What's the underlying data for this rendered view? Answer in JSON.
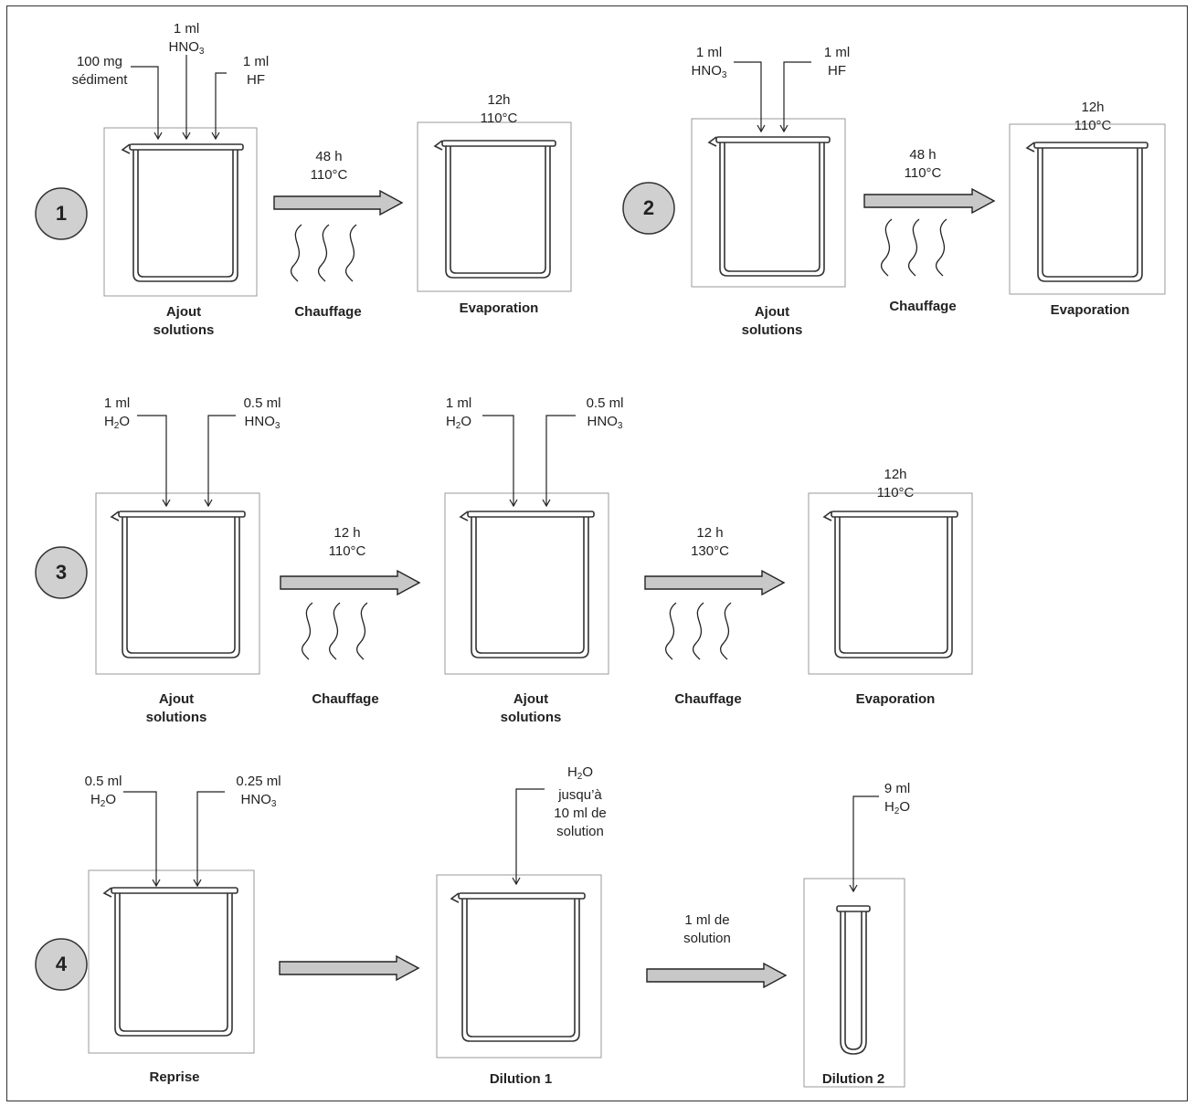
{
  "steps": [
    {
      "number": "1"
    },
    {
      "number": "2"
    },
    {
      "number": "3"
    },
    {
      "number": "4"
    }
  ],
  "labels": {
    "s1_sed": [
      "100 mg",
      "sédiment"
    ],
    "s1_hno3": [
      "1 ml",
      "HNO",
      "3"
    ],
    "s1_hf": [
      "1 ml",
      "HF"
    ],
    "s1_heat": [
      "48 h",
      "110°C"
    ],
    "s1_evap_cond": [
      "12h",
      "110°C"
    ],
    "s1_cap_add": [
      "Ajout",
      "solutions"
    ],
    "s1_cap_heat": "Chauffage",
    "s1_cap_evap": "Evaporation",
    "s2_hno3": [
      "1 ml",
      "HNO",
      "3"
    ],
    "s2_hf": [
      "1 ml",
      "HF"
    ],
    "s2_heat": [
      "48 h",
      "110°C"
    ],
    "s2_evap_cond": [
      "12h",
      "110°C"
    ],
    "s2_cap_add": [
      "Ajout",
      "solutions"
    ],
    "s2_cap_heat": "Chauffage",
    "s2_cap_evap": "Evaporation",
    "s3_h2o_a": [
      "1 ml",
      "H",
      "2",
      "O"
    ],
    "s3_hno3_a": [
      "0.5 ml",
      "HNO",
      "3"
    ],
    "s3_heat_a": [
      "12 h",
      "110°C"
    ],
    "s3_h2o_b": [
      "1 ml",
      "H",
      "2",
      "O"
    ],
    "s3_hno3_b": [
      "0.5 ml",
      "HNO",
      "3"
    ],
    "s3_heat_b": [
      "12 h",
      "130°C"
    ],
    "s3_evap_cond": [
      "12h",
      "110°C"
    ],
    "s3_cap_add_a": [
      "Ajout",
      "solutions"
    ],
    "s3_cap_heat_a": "Chauffage",
    "s3_cap_add_b": [
      "Ajout",
      "solutions"
    ],
    "s3_cap_heat_b": "Chauffage",
    "s3_cap_evap": "Evaporation",
    "s4_h2o": [
      "0.5 ml",
      "H",
      "2",
      "O"
    ],
    "s4_hno3": [
      "0.25 ml",
      "HNO",
      "3"
    ],
    "s4_h2o_fill": [
      "H",
      "2",
      "O",
      "jusqu’à",
      "10 ml de",
      "solution"
    ],
    "s4_transfer": [
      "1 ml de",
      "solution"
    ],
    "s4_h2o_9": [
      "9 ml",
      "H",
      "2",
      "O"
    ],
    "s4_cap_reprise": "Reprise",
    "s4_cap_dil1": "Dilution 1",
    "s4_cap_dil2": "Dilution 2"
  }
}
